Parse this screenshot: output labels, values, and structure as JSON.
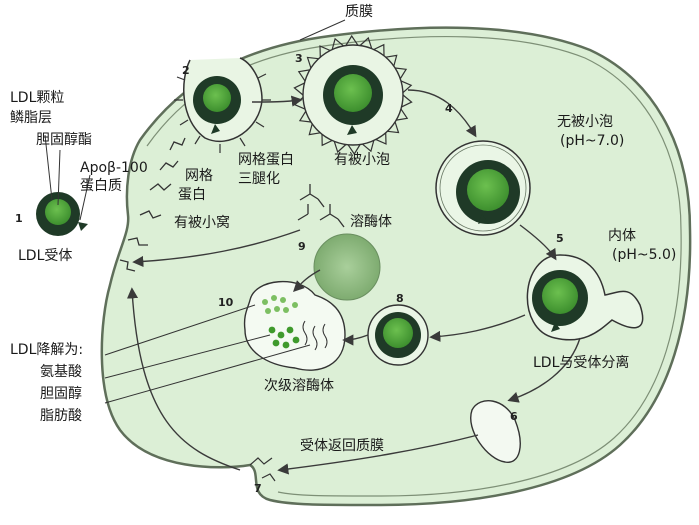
{
  "labels": {
    "membrane": "质膜",
    "ldl_particle": "LDL颗粒",
    "phospholipid": "鳞脂层",
    "cholesterol_ester": "胆固醇酯",
    "apob_line1": "Apoβ-100",
    "apob_line2": "蛋白质",
    "ldl_receptor": "LDL受体",
    "clathrin_line1": "网格",
    "clathrin_line2": "蛋白",
    "coated_pit": "有被小窝",
    "triskelion_line1": "网格蛋白",
    "triskelion_line2": "三腿化",
    "coated_vesicle": "有被小泡",
    "uncoated_vesicle_line1": "无被小泡",
    "uncoated_vesicle_line2": "(pH~7.0)",
    "endosome_line1": "内体",
    "endosome_line2": "(pH~5.0)",
    "lysosome": "溶酶体",
    "secondary_lysosome": "次级溶酶体",
    "ldl_release": "LDL与受体分离",
    "receptor_return": "受体返回质膜",
    "degradation_title": "LDL降解为:",
    "amino_acids": "氨基酸",
    "cholesterol": "胆固醇",
    "fatty_acids": "脂肪酸"
  },
  "steps": [
    "1",
    "2",
    "3",
    "4",
    "5",
    "6",
    "7",
    "8",
    "9",
    "10"
  ],
  "colors": {
    "cytoplasm": "#dcefd6",
    "membrane": "#5f6f5a",
    "ldl_core": "#4ea33a",
    "ldl_shell": "#1f3a27",
    "lysosome": "#8fb882",
    "arrow": "#3a3a3a"
  }
}
